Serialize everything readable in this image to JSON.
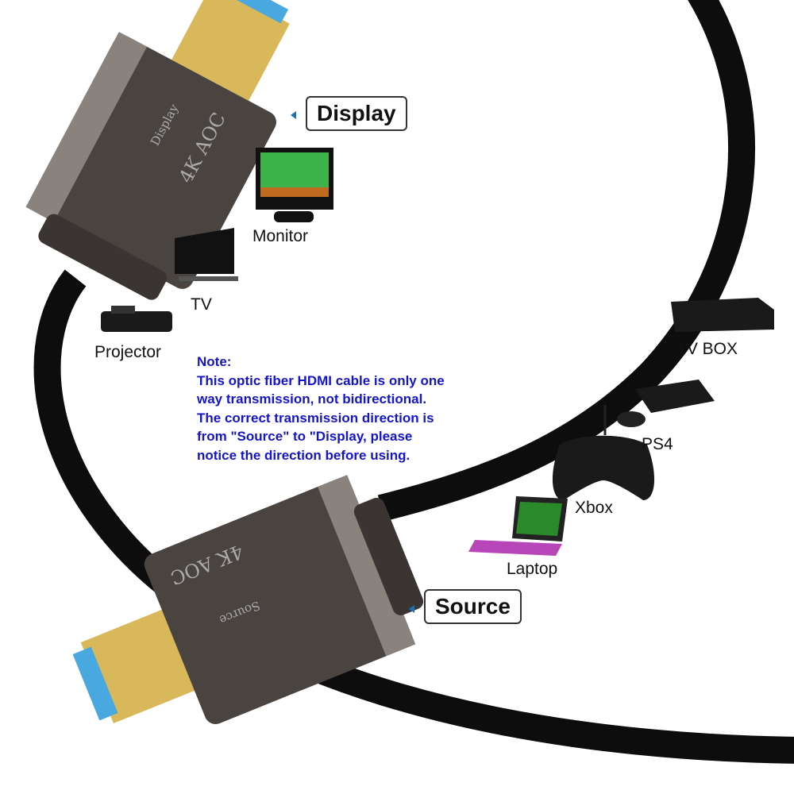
{
  "labels": {
    "display": "Display",
    "source": "Source",
    "monitor": "Monitor",
    "tv": "TV",
    "projector": "Projector",
    "tv_box": "TV BOX",
    "ps4": "PS4",
    "xbox": "Xbox",
    "laptop": "Laptop"
  },
  "note": {
    "title": "Note:",
    "lines": [
      "This optic fiber HDMI cable is only one",
      "way transmission, not bidirectional.",
      "The correct transmission direction is",
      "from \"Source\" to \"Display, please",
      "notice the direction before using."
    ]
  },
  "connectors": {
    "top": {
      "brand": "4K AOC",
      "end": "Display"
    },
    "bottom": {
      "brand": "4K AOC",
      "end": "Source"
    }
  },
  "colors": {
    "note_text": "#1414c8",
    "arrow": "#1a6fb5",
    "cable": "#0d0d0d",
    "connector": "#4a4440",
    "plug_gold": "#d8b85a",
    "plug_blue": "#4aa8e0"
  }
}
